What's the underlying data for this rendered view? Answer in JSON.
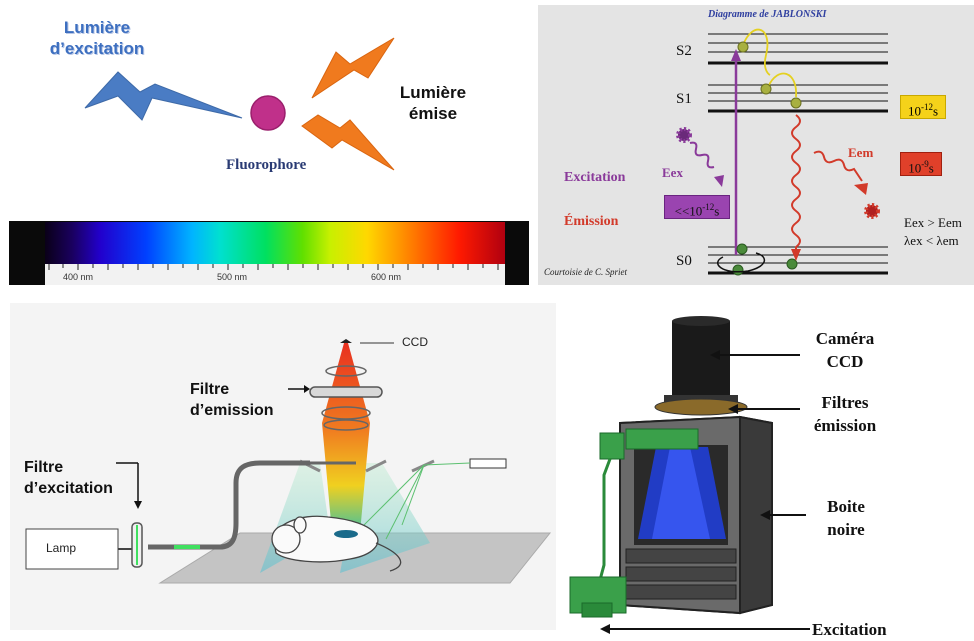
{
  "fluorescence": {
    "excitation_label": "Lumière d'excitation",
    "excitation_line1": "Lumière",
    "excitation_line2": "d’excitation",
    "emission_line1": "Lumière",
    "emission_line2": "émise",
    "fluorophore_label": "Fluorophore",
    "colors": {
      "excitation": "#4a7cc4",
      "emission": "#f07a1e",
      "fluorophore": "#c0308a"
    }
  },
  "spectrum": {
    "tick_labels": [
      "400 nm",
      "500 nm",
      "600 nm"
    ]
  },
  "jablonski": {
    "title": "Diagramme de JABLONSKI",
    "levels": [
      "S2",
      "S1",
      "S0"
    ],
    "excitation_label": "Excitation",
    "emission_label": "Émission",
    "eex_label": "Eex",
    "eem_label": "Eem",
    "time_excitation": "<<10-12s",
    "time_excitation_base": "<<10",
    "time_excitation_exp": "-12",
    "time_excitation_unit": "s",
    "time_relax_base": "10",
    "time_relax_exp": "-12",
    "time_relax_unit": "s",
    "time_emission_base": "10",
    "time_emission_exp": "-9",
    "time_emission_unit": "s",
    "relation1": "Eex > Eem",
    "relation2": "λex < λem",
    "credit": "Courtoisie de C. Spriet",
    "colors": {
      "excitation": "#8a3a9a",
      "emission": "#d23a2a",
      "yellow_box": "#f5d21a",
      "red_box": "#e0402a",
      "purple_box": "#9a44b0"
    }
  },
  "setup": {
    "ccd_label": "CCD",
    "emission_filter_line1": "Filtre",
    "emission_filter_line2": "d’emission",
    "excitation_filter_line1": "Filtre",
    "excitation_filter_line2": "d’excitation",
    "lamp_label": "Lamp"
  },
  "imager": {
    "camera_line1": "Caméra",
    "camera_line2": "CCD",
    "filters_line1": "Filtres",
    "filters_line2": "émission",
    "box_line1": "Boite",
    "box_line2": "noire",
    "excitation_label": "Excitation"
  }
}
